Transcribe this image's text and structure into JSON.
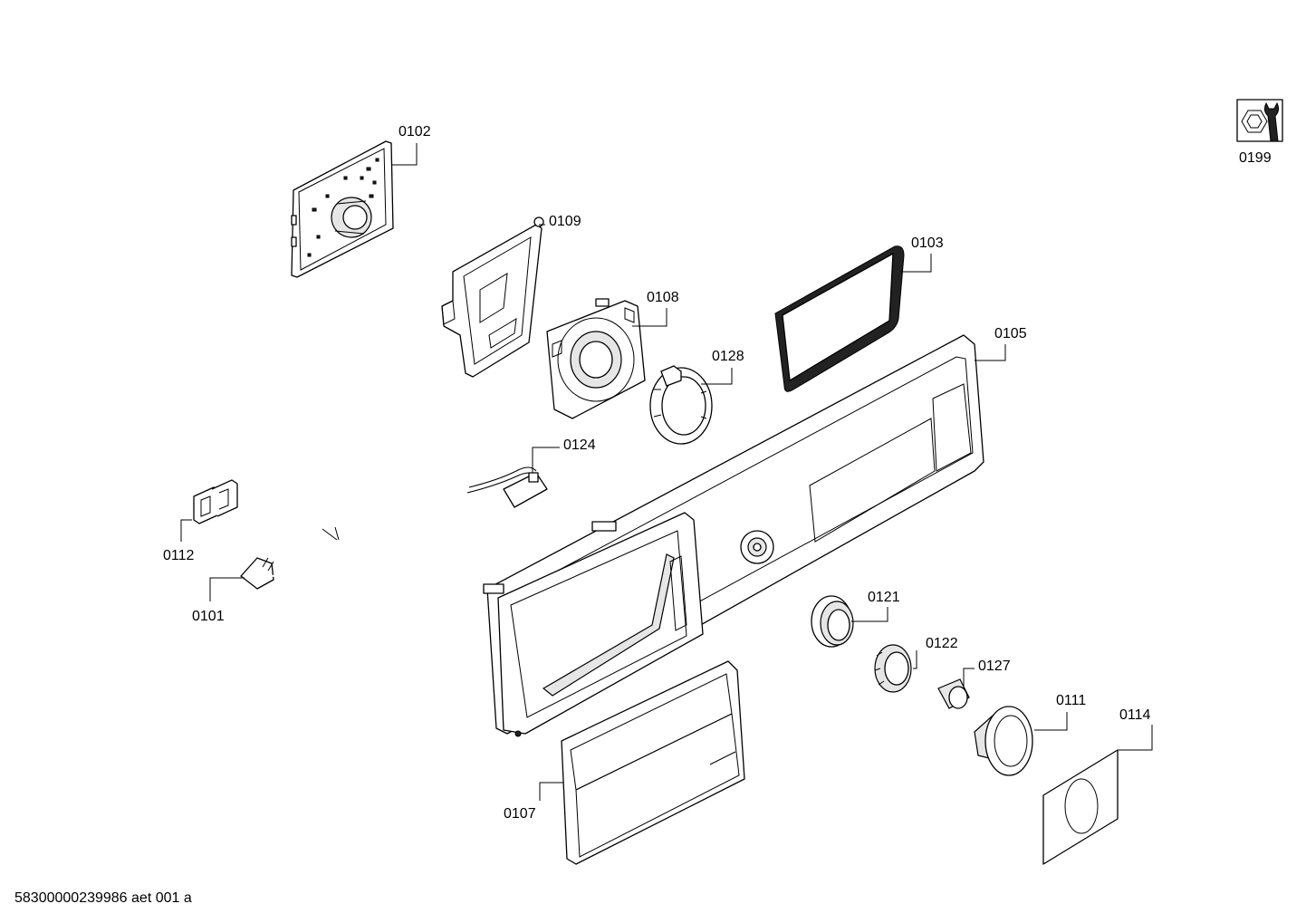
{
  "labels": {
    "p0101": "0101",
    "p0102": "0102",
    "p0103": "0103",
    "p0105": "0105",
    "p0107": "0107",
    "p0108": "0108",
    "p0109": "0109",
    "p0111": "0111",
    "p0112": "0112",
    "p0114": "0114",
    "p0121": "0121",
    "p0122": "0122",
    "p0124": "0124",
    "p0127": "0127",
    "p0128": "0128",
    "p0199": "0199"
  },
  "footer": {
    "doc_id": "58300000239986 aet 001 a"
  }
}
